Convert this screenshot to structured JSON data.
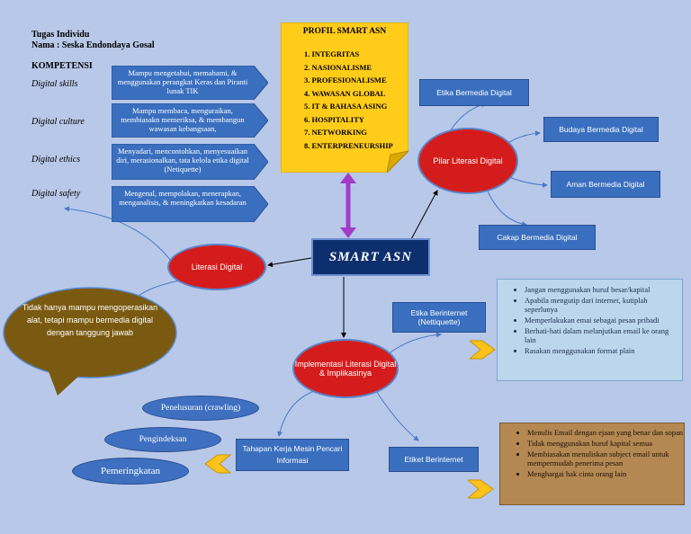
{
  "header": {
    "line1": "Tugas Individu",
    "line2": "Nama : Seska Endondaya Gosal",
    "kompetensi": "KOMPETENSI"
  },
  "competencies": [
    {
      "label": "Digital skills",
      "desc": "Mampu mengetahui, memahami, & menggunakan perangkat Keras dan Piranti lunak TIK"
    },
    {
      "label": "Digital culture",
      "desc": "Mampu membaca, menguraikan, membiasakn memeriksa, & membangun wawasan kebangsaan,"
    },
    {
      "label": "Digital ethics",
      "desc": "Menyadari, mencontohkan, menyesuaikan diri, merasionalkan, tata kelola etika digital (Netiquette)"
    },
    {
      "label": "Digital safety",
      "desc": "Mengenal, mempolakan, menerapkan, menganalisis, & meningkatkan kesadaran"
    }
  ],
  "profil": {
    "title": "PROFIL SMART ASN",
    "items": [
      "1.  INTEGRITAS",
      "2.  NASIONALISME",
      "3.  PROFESIONALISME",
      "4.  WAWASAN GLOBAL",
      "5.  IT & BAHASA ASING",
      "6.  HOSPITALITY",
      "7.  NETWORKING",
      "8.  ENTERPRENEURSHIP"
    ]
  },
  "center": {
    "title": "SMART ASN"
  },
  "literasi": {
    "label": "Literasi Digital",
    "note": "Tidak hanya mampu mengoperasikan alat, tetapi mampu bermedia  digital dengan tanggung jawab"
  },
  "pilar": {
    "label": "Pilar Literasi Digital",
    "items": [
      "Etika Bermedia Digital",
      "Budaya Bermedia Digital",
      "Aman Bermedia Digital",
      "Cakap Bermedia Digital"
    ]
  },
  "implementasi": {
    "label": "Implementasi Literasi Digital & Implikasinya"
  },
  "etika_internet": {
    "label": "Etika Berinternet (Nettiquette)",
    "points": [
      "Jangan menggunakan huruf besar/kapital",
      "Apabila mengutip dari internet, kutiplah seperlunya",
      "Memperlakukan emai sebagai pesan pribadi",
      "Berhati-hati dalam melanjutkan email ke orang lain",
      "Rasakan menggunakan format plain"
    ]
  },
  "etiket_internet": {
    "label": "Etiket Berinternet",
    "points": [
      "Menulis Email dengan ejaan yang benar dan sopan",
      "Tidak menggunakan huruf kapital semua",
      "Membiasakan menuliskan subject email untuk mempermudah penerima pesan",
      "Menghargai hak cinta orang lain"
    ]
  },
  "mesin": {
    "label": "Tahapan  Kerja Mesin Pencari Informasi",
    "steps": [
      "Penelusuran (crawling)",
      "Pengindeksan",
      "Pemeringkatan"
    ]
  },
  "colors": {
    "background": "#b8c8e8",
    "blue": "#3a6fbf",
    "red": "#d51c1c",
    "yellow": "#ffcc1a",
    "brown": "#7a5a10",
    "navy": "#0d2f6e"
  }
}
